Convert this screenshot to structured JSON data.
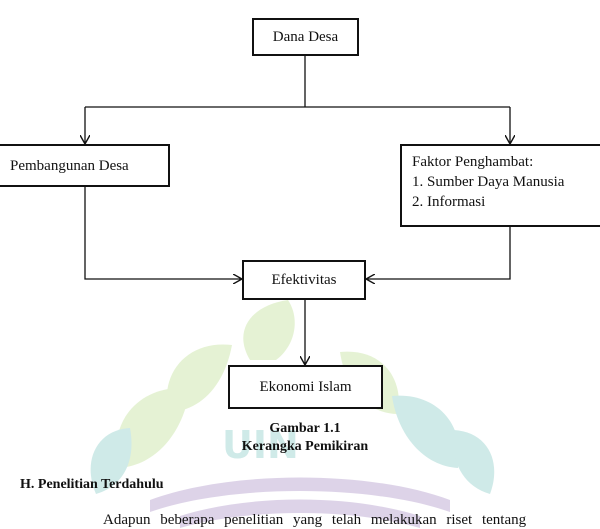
{
  "diagram": {
    "nodes": {
      "dana_desa": "Dana Desa",
      "pembangunan_desa": "Pembangunan Desa",
      "faktor_penghambat": {
        "heading": "Faktor Penghambat:",
        "items": [
          "1. Sumber Daya Manusia",
          "2. Informasi"
        ]
      },
      "efektivitas": "Efektivitas",
      "ekonomi_islam": "Ekonomi Islam"
    },
    "edges": [
      {
        "from": "dana_desa",
        "to": "pembangunan_desa"
      },
      {
        "from": "dana_desa",
        "to": "faktor_penghambat"
      },
      {
        "from": "pembangunan_desa",
        "to": "efektivitas"
      },
      {
        "from": "faktor_penghambat",
        "to": "efektivitas"
      },
      {
        "from": "efektivitas",
        "to": "ekonomi_islam"
      }
    ],
    "caption": {
      "number": "Gambar 1.1",
      "title": "Kerangka Pemikiran"
    }
  },
  "section": {
    "heading": "H.  Penelitian Terdahulu",
    "body_start": "Adapun beberapa penelitian yang telah melakukan riset tentang"
  },
  "watermark": {
    "text": "UIN",
    "colors": {
      "green": "#8cc63f",
      "teal": "#2aa198",
      "purple": "#6a3d9a"
    }
  }
}
